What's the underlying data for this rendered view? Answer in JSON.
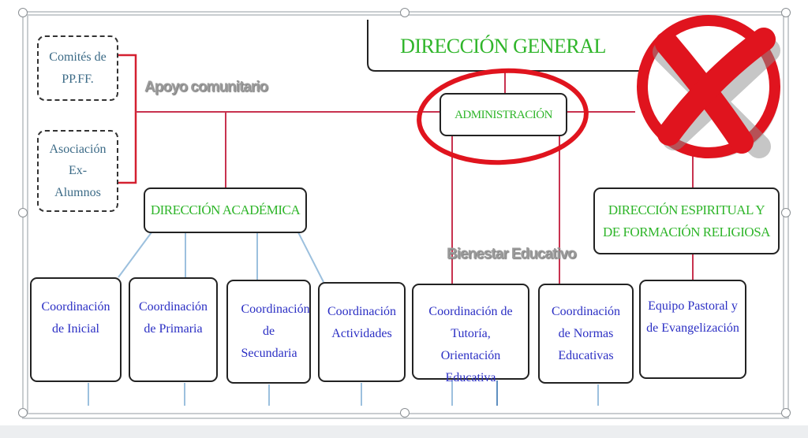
{
  "chart": {
    "general": "DIRECCIÓN GENERAL",
    "administracion": "ADMINISTRACIÓN",
    "apoyo_label": "Apoyo comunitario",
    "bienestar_label": "Bienestar Educativo",
    "comites": "Comités de PP.FF.",
    "asociacion": "Asociación Ex-Alumnos",
    "academica": "DIRECCIÓN ACADÉMICA",
    "espiritual": "DIRECCIÓN ESPIRITUAL Y DE FORMACIÓN RELIGIOSA",
    "units": [
      "Coordinación de Inicial",
      "Coordinación de Primaria",
      "Coordinación de Secundaria",
      "Coordinación Actividades",
      "Coordinación de Tutoría, Orientación Educativa",
      "Coordinación de Normas Educativas",
      "Equipo Pastoral y de Evangelización"
    ]
  },
  "overlay": {
    "mark_icon": "red-x-icon",
    "highlight": "red-ellipse",
    "accent": "#e0141e"
  }
}
